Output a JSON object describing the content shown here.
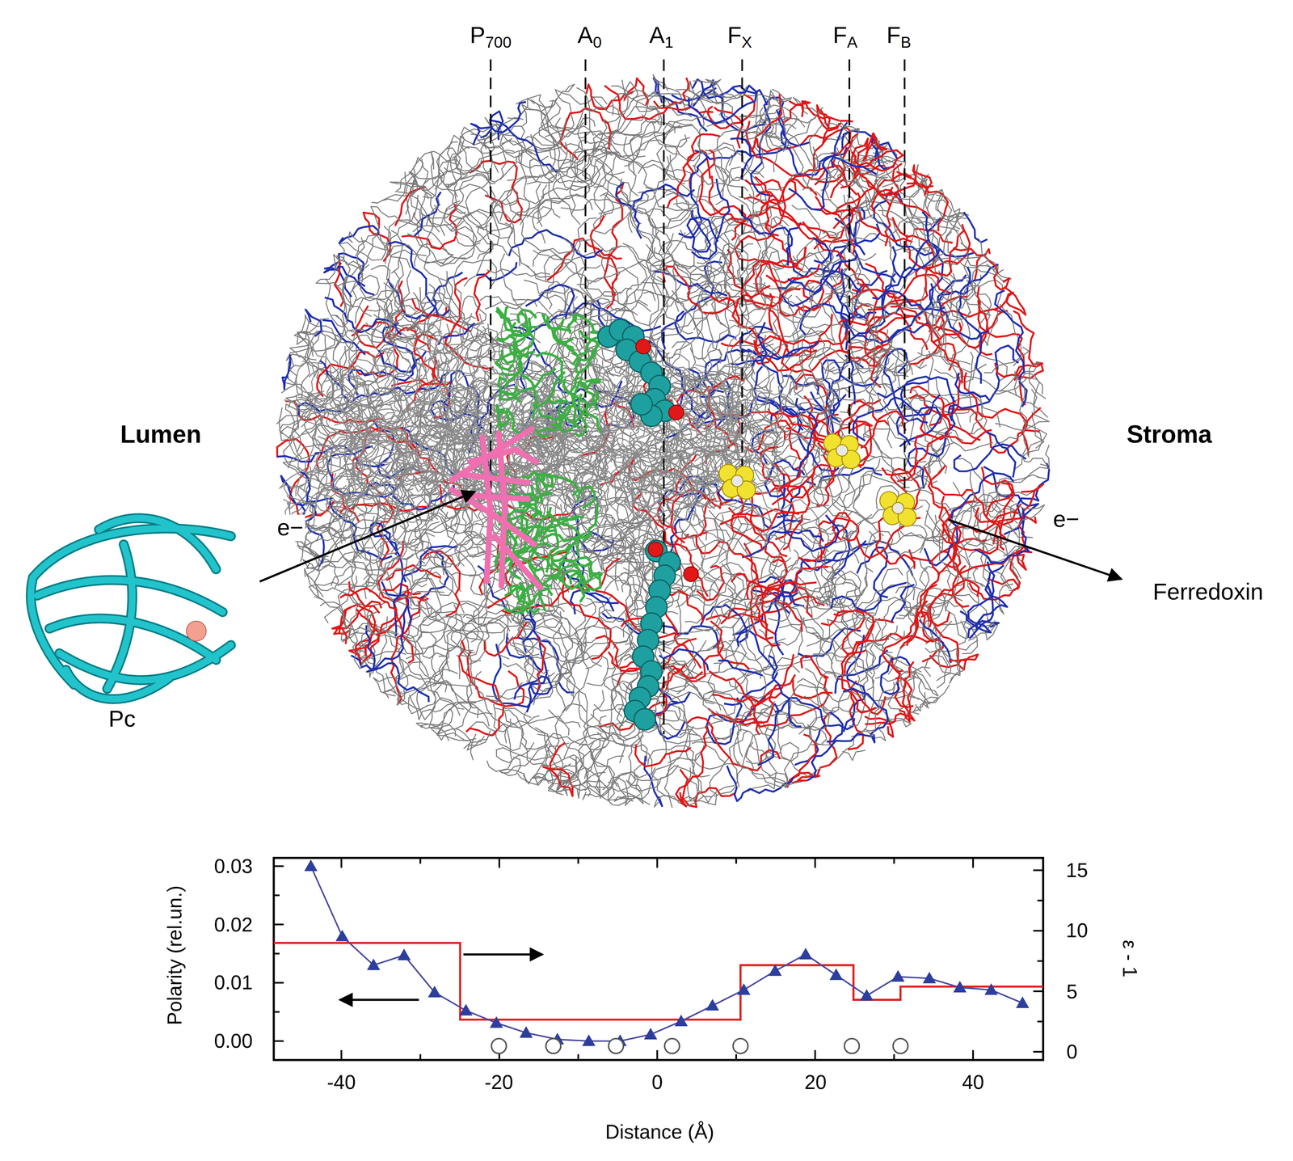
{
  "diagram": {
    "labels": [
      "P700",
      "A0",
      "A1",
      "FX",
      "FA",
      "FB",
      "Lumen",
      "Stroma",
      "e−",
      "e−",
      "Pc",
      "Ferredoxin",
      "0.03",
      "0.02",
      "0.01",
      "0.00",
      "15",
      "10",
      "5",
      "0",
      "-40",
      "-20",
      "0",
      "20",
      "40",
      "Polarity (rel.un.)",
      "ε - 1",
      "Distance (Å)"
    ]
  }
}
